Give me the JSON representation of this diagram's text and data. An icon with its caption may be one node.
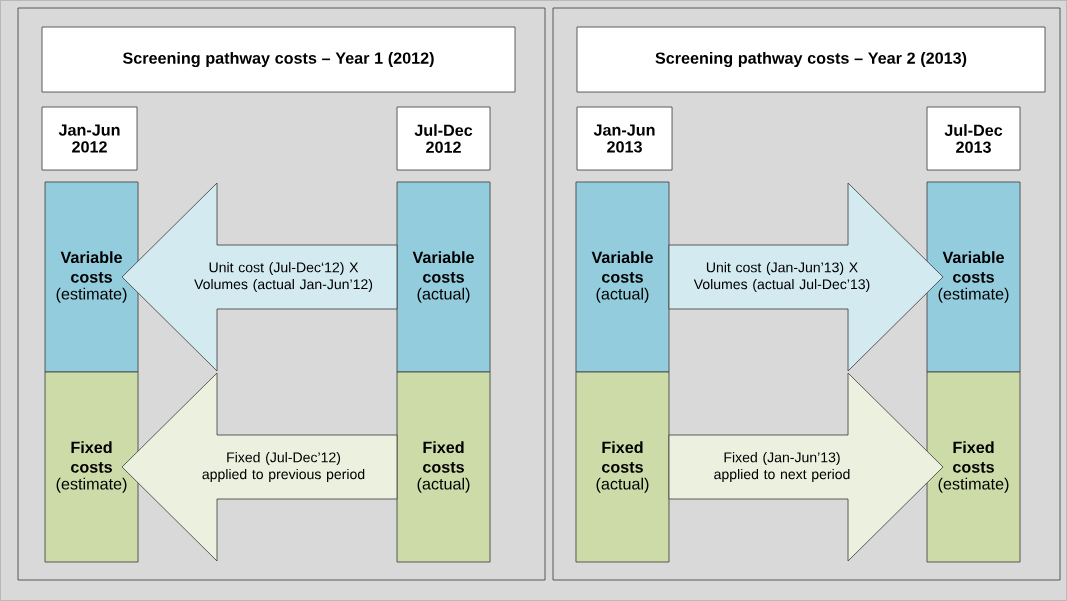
{
  "diagram": {
    "nodes": [
      {
        "text": [],
        "shape": "box"
      },
      {
        "text": [
          "Screening pathway costs – Year 1 (2012)"
        ],
        "in": 0
      },
      {
        "text": [
          "Jan-Jun 2012"
        ],
        "in": 0
      },
      {
        "text": [
          "Jul-Dec 2012"
        ],
        "in": 0
      },
      {
        "text": [
          "Variable costs",
          "(estimate)"
        ],
        "in": 0
      },
      {
        "text": [
          "Variable costs",
          "(actual)"
        ],
        "in": 0
      },
      {
        "text": [
          "Fixed costs",
          "(estimate)"
        ],
        "in": 0
      },
      {
        "text": [
          "Fixed costs",
          "(actual)"
        ],
        "in": 0
      },
      {
        "text": [],
        "shape": "box"
      },
      {
        "text": [
          "Screening pathway costs – Year 2 (2013)"
        ],
        "in": 8
      },
      {
        "text": [
          "Jan-Jun 2013"
        ],
        "in": 8
      },
      {
        "text": [
          "Jul-Dec 2013"
        ],
        "in": 8
      },
      {
        "text": [
          "Variable costs",
          "(actual)"
        ],
        "in": 8
      },
      {
        "text": [
          "Variable costs",
          "(estimate)"
        ],
        "in": 8
      },
      {
        "text": [
          "Fixed costs",
          "(actual)"
        ],
        "in": 8
      },
      {
        "text": [
          "Fixed costs",
          "(estimate)"
        ],
        "in": 8
      }
    ],
    "edges": [
      {
        "from": 5,
        "to": 4,
        "arrow": "to",
        "label": "Unit cost (Jul-Dec‘12) X Volumes (actual Jan-Jun’12)"
      },
      {
        "from": 7,
        "to": 6,
        "arrow": "to",
        "label": "Fixed (Jul-Dec’12) applied to previous period",
        "color": "#ebf1de"
      },
      {
        "from": 12,
        "to": 13,
        "arrow": "to",
        "label": "Unit cost (Jan-Jun’13) X Volumes (actual Jul-Dec’13)"
      },
      {
        "from": 14,
        "to": 15,
        "arrow": "to",
        "label": "Fixed (Jan-Jun’13) applied to next period",
        "color": "#ebf1de"
      }
    ]
  }
}
